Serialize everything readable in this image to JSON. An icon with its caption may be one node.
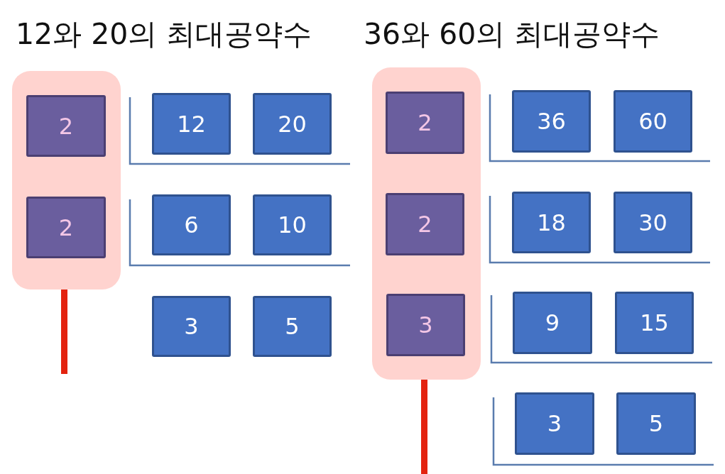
{
  "diagram": {
    "nodes": [
      {
        "text": [],
        "shape": "box"
      },
      {
        "text": [
          "2"
        ],
        "in": 0
      },
      {
        "text": [
          "2"
        ],
        "in": 0
      },
      {
        "text": [
          "12"
        ]
      },
      {
        "text": [
          "20"
        ]
      },
      {
        "text": [
          "6"
        ]
      },
      {
        "text": [
          "10"
        ]
      },
      {
        "text": [
          "3"
        ]
      },
      {
        "text": [
          "5"
        ]
      },
      {
        "text": [],
        "shape": "box"
      },
      {
        "text": [
          "2"
        ],
        "in": 9
      },
      {
        "text": [
          "2"
        ],
        "in": 9
      },
      {
        "text": [
          "3"
        ],
        "in": 9
      },
      {
        "text": [
          "36"
        ]
      },
      {
        "text": [
          "60"
        ]
      },
      {
        "text": [
          "18"
        ]
      },
      {
        "text": [
          "30"
        ]
      },
      {
        "text": [
          "9"
        ]
      },
      {
        "text": [
          "15"
        ]
      },
      {
        "text": [
          "3"
        ]
      },
      {
        "text": [
          "5"
        ]
      }
    ],
    "edges": [
      {
        "from": 0,
        "to": null,
        "arrow": "none"
      },
      {
        "from": 9,
        "to": null,
        "arrow": "none"
      }
    ],
    "labels": [
      "12와 20의 최대공약수",
      "36와 60의 최대공약수"
    ]
  }
}
